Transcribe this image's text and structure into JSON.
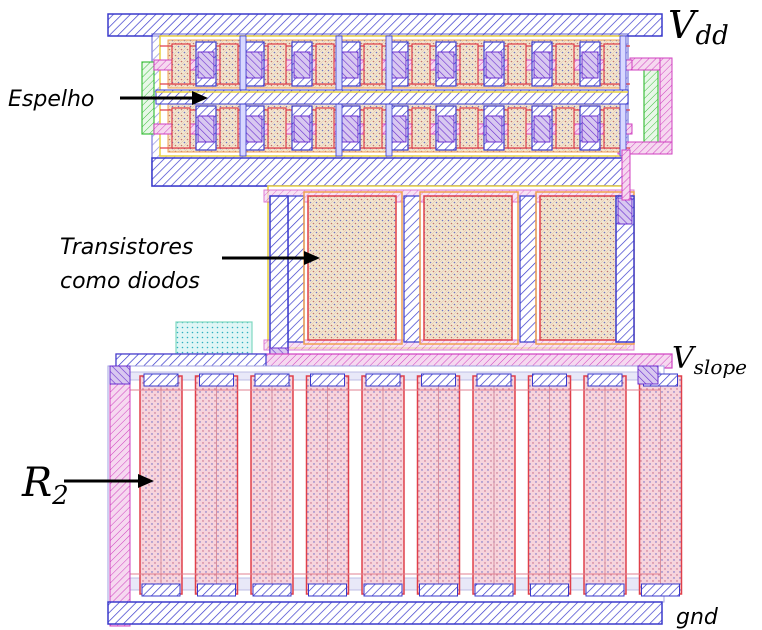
{
  "labels": {
    "vdd_main": "V",
    "vdd_sub": "dd",
    "vslope_main": "V",
    "vslope_sub": "slope",
    "gnd": "gnd",
    "espelho": "Espelho",
    "transistores_line1": "Transistores",
    "transistores_line2": "como diodos",
    "r2_main": "R",
    "r2_sub": "2"
  },
  "resistor_fingers": 10,
  "diode_transistors": 3,
  "mirror_rows": 2,
  "colors": {
    "metal_blue": "#3a3acc",
    "poly_red": "#e0404a",
    "contact_purple": "#6b2fd0",
    "magenta_metal": "#d040c0",
    "yellow": "#e8d040",
    "orange": "#f0a050",
    "green": "#40c040",
    "cyan": "#40c0d0",
    "diffusion_fill": "#f3e6cf",
    "resistor_pink": "#f4c4d0"
  }
}
